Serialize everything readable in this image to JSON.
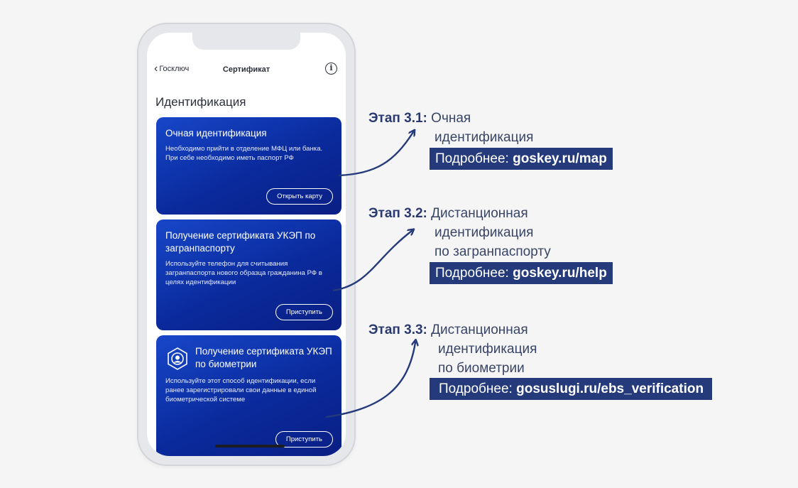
{
  "nav": {
    "back_label": "Госключ",
    "title": "Сертификат",
    "info_icon": "i"
  },
  "section_title": "Идентификация",
  "cards": [
    {
      "title": "Очная идентификация",
      "text": "Необходимо прийти в отделение МФЦ или банка. При себе необходимо иметь паспорт РФ",
      "button": "Открыть карту"
    },
    {
      "title": "Получение сертификата УКЭП по загранпаспорту",
      "text": "Используйте телефон для считывания загранпаспорта нового образца гражданина РФ в целях идентификации",
      "button": "Приступить"
    },
    {
      "title": "Получение сертификата УКЭП по биометрии",
      "text": "Используйте этот способ идентификации, если ранее зарегистрировали свои данные в единой биометрической системе",
      "button": "Приступить"
    }
  ],
  "stages": [
    {
      "label": "Этап 3.1:",
      "line1": "Очная",
      "line2": "идентификация",
      "line3": "",
      "more_prefix": "Подробнее:",
      "more_link": "goskey.ru/map"
    },
    {
      "label": "Этап 3.2:",
      "line1": "Дистанционная",
      "line2": "идентификация",
      "line3": "по загранпаспорту",
      "more_prefix": "Подробнее:",
      "more_link": "goskey.ru/help"
    },
    {
      "label": "Этап 3.3:",
      "line1": "Дистанционная",
      "line2": "идентификация",
      "line3": "по биометрии",
      "more_prefix": "Подробнее:",
      "more_link": "gosuslugi.ru/ebs_verification"
    }
  ],
  "colors": {
    "card_blue": "#0a2a9c",
    "annotation_bg": "#253a7a",
    "arrow": "#253a7a"
  }
}
